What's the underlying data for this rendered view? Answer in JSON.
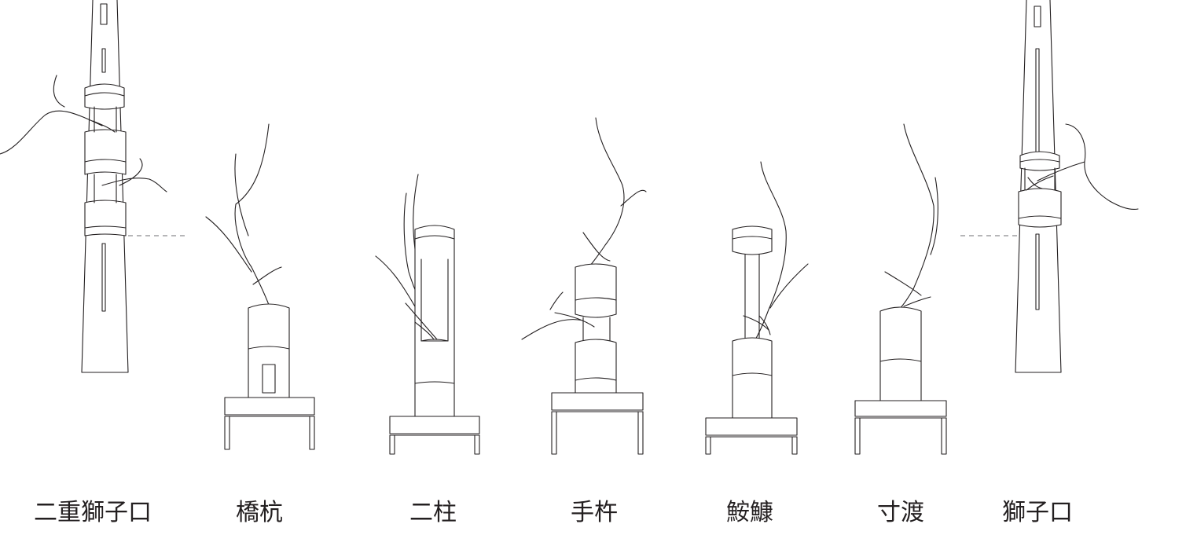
{
  "labels": {
    "nijuu_shishiguchi": "二重獅子口",
    "hashigui": "橋杭",
    "nihonbashira": "二柱",
    "teki": "手杵",
    "ankou": "鮟鱇",
    "sundo": "寸渡",
    "shishiguchi": "獅子口"
  },
  "colors": {
    "line": "#231f20",
    "dash": "#6d6e71",
    "background": "#ffffff"
  }
}
